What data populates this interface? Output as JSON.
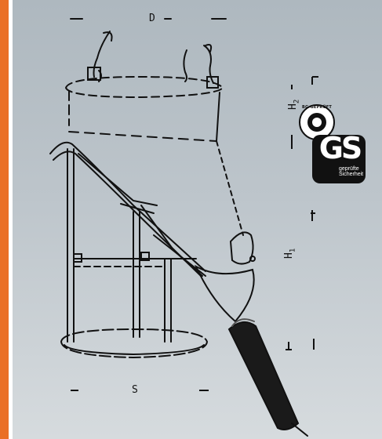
{
  "labels": {
    "top_dimension": "D",
    "bottom_dimension": "S",
    "hook_height": "H",
    "hook_height_subscript": "2",
    "total_height": "H",
    "total_height_subscript": "1"
  },
  "gs_mark": {
    "ring_text": "BG-GEPRÜFT",
    "symbol": "GS",
    "caption_line1": "geprüfte",
    "caption_line2": "Sicherheit"
  },
  "colors": {
    "accent": "#ea6f26",
    "panel_top": "#aeb8bf",
    "panel_bottom": "#d6dbde",
    "ink": "#111111"
  }
}
